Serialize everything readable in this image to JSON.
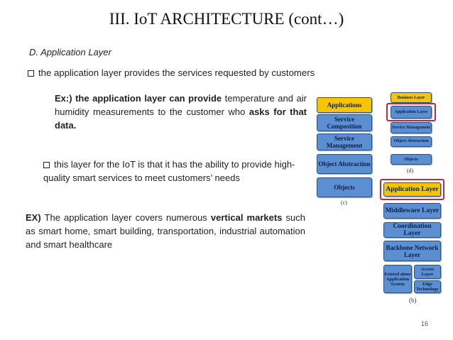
{
  "slide": {
    "title": "III. IoT ARCHITECTURE (cont…)",
    "section": "D. Application Layer",
    "bullet1": "the application layer provides the services requested by customers",
    "ex_bold": "Ex:) the application layer can provide",
    "ex_rest": " temperature and air humidity measurements to the customer who ",
    "ex_bold2": "asks for that data.",
    "bullet2": "this layer for the IoT is that it has the ability to provide high-quality smart services to meet customers’ needs",
    "ex2_bold": "EX)",
    "ex2_text1": " The application layer covers numerous ",
    "ex2_bold2": "vertical markets",
    "ex2_text2": " such as smart home, smart building, transportation, industrial automation and smart healthcare",
    "page_number": "16"
  },
  "diagram_c": {
    "layers": [
      "Applications",
      "Service Composition",
      "Service Management",
      "Object Abstraction",
      "Objects"
    ],
    "caption": "(c)"
  },
  "diagram_d": {
    "layers": [
      "Business Layer",
      "Application Layer",
      "Service Management",
      "Object Abstraction",
      "Objects"
    ],
    "caption": "(d)"
  },
  "diagram_b": {
    "layers": [
      "Application Layer",
      "Middleware Layer",
      "Coordination Layer",
      "Backbone Network Layer"
    ],
    "bottom_left": "Existed alone Application System",
    "bottom_right_top": "Access Layer",
    "bottom_right_bottom": "Edge Technology",
    "caption": "(b)"
  },
  "colors": {
    "layer_blue": "#5b8fd2",
    "highlight_yellow": "#f6c500",
    "highlight_red": "#c3283c"
  }
}
